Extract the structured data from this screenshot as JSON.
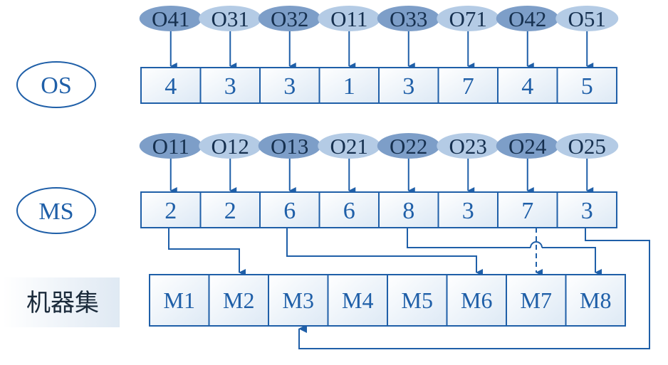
{
  "os_row": {
    "label": "OS",
    "operations": [
      "O41",
      "O31",
      "O32",
      "O11",
      "O33",
      "O71",
      "O42",
      "O51"
    ],
    "values": [
      "4",
      "3",
      "3",
      "1",
      "3",
      "7",
      "4",
      "5"
    ]
  },
  "ms_row": {
    "label": "MS",
    "operations": [
      "O11",
      "O12",
      "O13",
      "O21",
      "O22",
      "O23",
      "O24",
      "O25"
    ],
    "values": [
      "2",
      "2",
      "6",
      "6",
      "8",
      "3",
      "7",
      "3"
    ]
  },
  "machine_set": {
    "label": "机器集",
    "machines": [
      "M1",
      "M2",
      "M3",
      "M4",
      "M5",
      "M6",
      "M7",
      "M8"
    ]
  },
  "colors": {
    "stroke": "#1f5fa8",
    "cell_fill": "#edf4fb",
    "op_ellipse": "#7d9ec8",
    "op_ellipse_light": "#b4cbe5"
  }
}
